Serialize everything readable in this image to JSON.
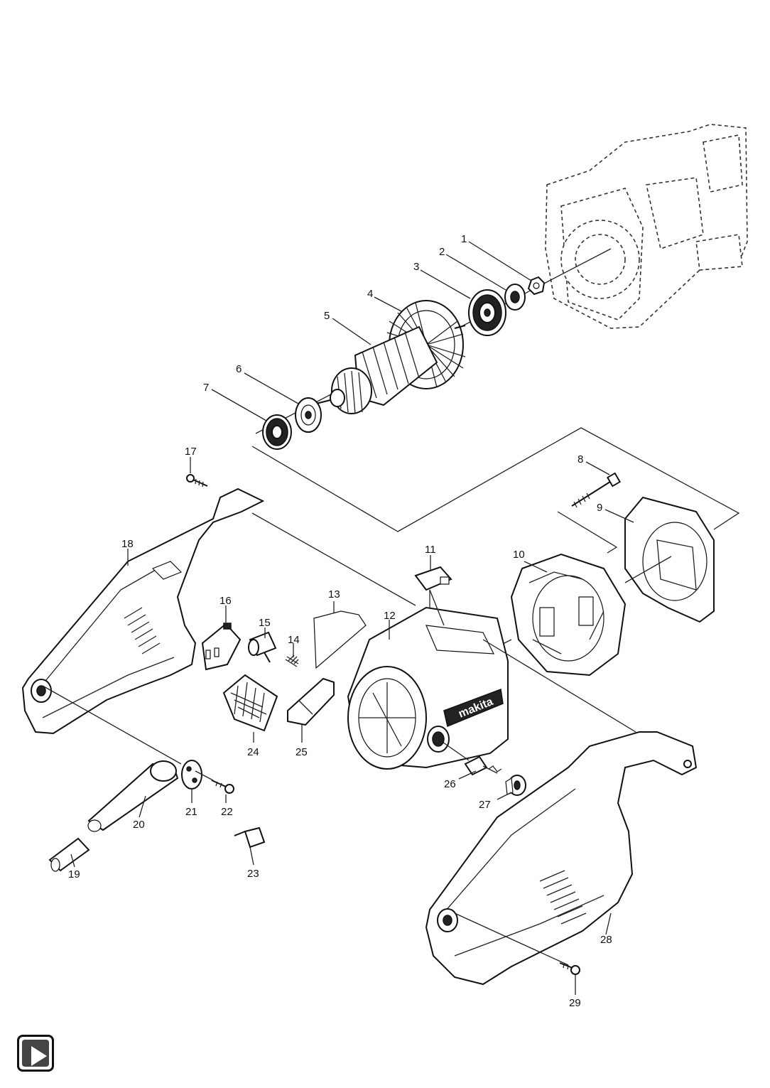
{
  "diagram": {
    "brand_mark": "makita",
    "callouts": [
      {
        "id": "1",
        "text": "1"
      },
      {
        "id": "2",
        "text": "2"
      },
      {
        "id": "3",
        "text": "3"
      },
      {
        "id": "4",
        "text": "4"
      },
      {
        "id": "5",
        "text": "5"
      },
      {
        "id": "6",
        "text": "6"
      },
      {
        "id": "7",
        "text": "7"
      },
      {
        "id": "8",
        "text": "8"
      },
      {
        "id": "9",
        "text": "9"
      },
      {
        "id": "10",
        "text": "10"
      },
      {
        "id": "11",
        "text": "11"
      },
      {
        "id": "12",
        "text": "12"
      },
      {
        "id": "13",
        "text": "13"
      },
      {
        "id": "14",
        "text": "14"
      },
      {
        "id": "15",
        "text": "15"
      },
      {
        "id": "16",
        "text": "16"
      },
      {
        "id": "17",
        "text": "17"
      },
      {
        "id": "18",
        "text": "18"
      },
      {
        "id": "19",
        "text": "19"
      },
      {
        "id": "20",
        "text": "20"
      },
      {
        "id": "21",
        "text": "21"
      },
      {
        "id": "22",
        "text": "22"
      },
      {
        "id": "23",
        "text": "23"
      },
      {
        "id": "24",
        "text": "24"
      },
      {
        "id": "25",
        "text": "25"
      },
      {
        "id": "26",
        "text": "26"
      },
      {
        "id": "27",
        "text": "27"
      },
      {
        "id": "28",
        "text": "28"
      },
      {
        "id": "29",
        "text": "29"
      }
    ]
  },
  "nav": {
    "next_icon": "play-icon"
  }
}
